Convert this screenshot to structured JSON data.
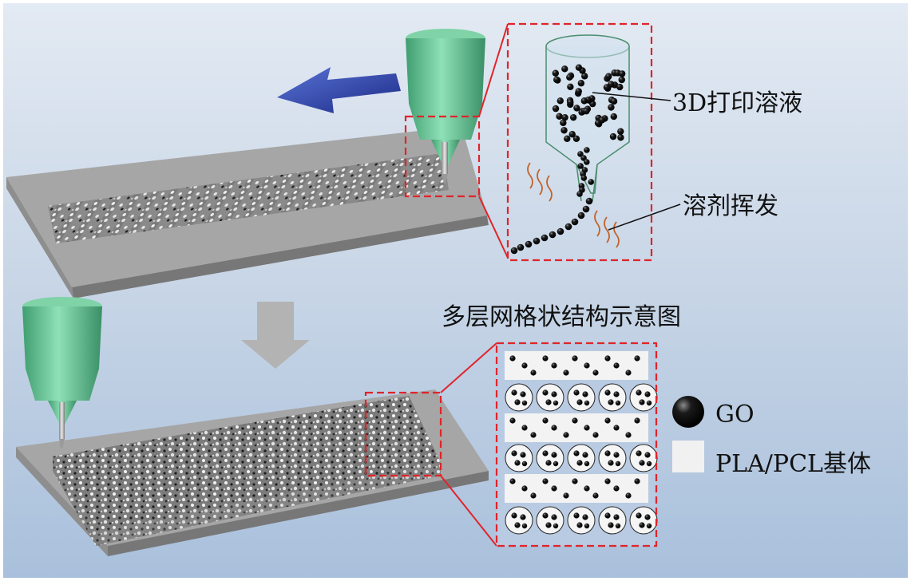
{
  "labels": {
    "solution": "3D打印溶液",
    "evaporation": "溶剂挥发",
    "structure_title": "多层网格状结构示意图"
  },
  "legend": {
    "go": "GO",
    "matrix": "PLA/PCL基体"
  },
  "colors": {
    "background_top": "#cfdcea",
    "background_bottom": "#a7bedb",
    "substrate": "#a3a3a3",
    "nozzle": "#6cc79a",
    "arrow_move": "#2a3d9e",
    "arrow_down": "#b1b1b1",
    "dashed_box": "#e0242a",
    "particle": "#111111",
    "heat_lines": "#c2642a"
  },
  "icons": [
    "move-left-arrow-icon",
    "down-arrow-icon",
    "nozzle-icon",
    "go-particle-icon"
  ]
}
